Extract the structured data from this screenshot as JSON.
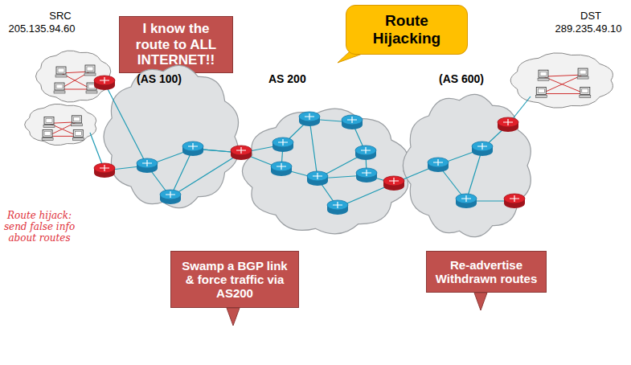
{
  "diagram": {
    "nodes": [
      {
        "text": [
          "I know the route to ALL INTERNET!!"
        ]
      },
      {
        "text": [
          "Route Hijacking"
        ]
      },
      {
        "text": [
          "(AS 100)"
        ]
      },
      {
        "text": [
          "AS 200"
        ]
      },
      {
        "text": [
          "(AS 600)"
        ]
      },
      {
        "text": [
          "Swamp a BGP link & force traffic via AS200"
        ]
      },
      {
        "text": [
          "Re-advertise Withdrawn routes"
        ]
      }
    ],
    "labels": [
      "SRC",
      "205.135.94.60",
      "DST",
      "289.235.49.10",
      "Route hijack: send false info about routes"
    ]
  }
}
